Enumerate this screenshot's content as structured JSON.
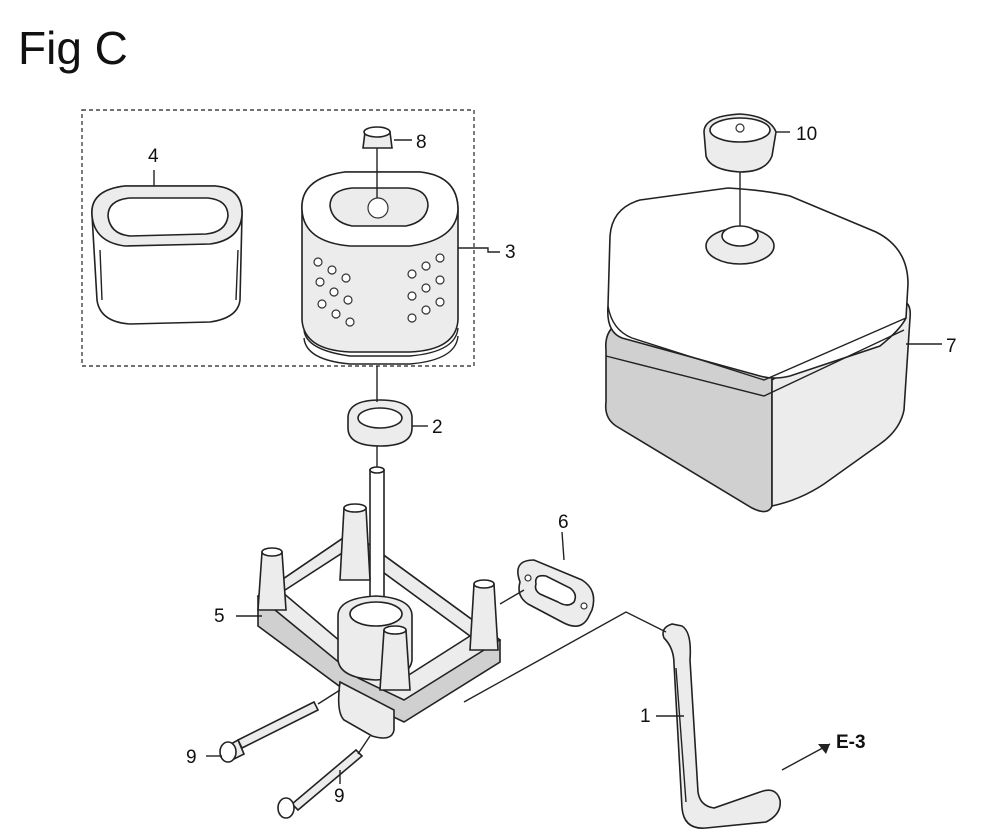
{
  "figure": {
    "title": "Fig C"
  },
  "callouts": {
    "c1": "1",
    "c2": "2",
    "c3": "3",
    "c4": "4",
    "c5": "5",
    "c6": "6",
    "c7": "7",
    "c8": "8",
    "c9a": "9",
    "c9b": "9",
    "c10": "10",
    "ref": "E-3"
  },
  "colors": {
    "ink": "#222222",
    "background": "#ffffff",
    "part_fill": "#ececec"
  }
}
